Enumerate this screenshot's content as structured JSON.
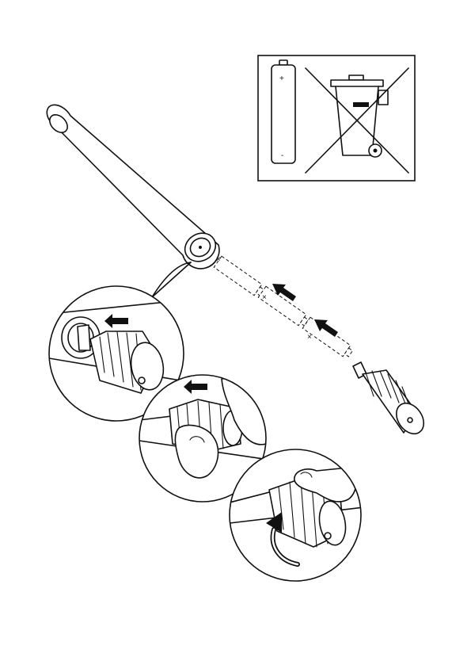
{
  "battery": {
    "plus_symbol": "+",
    "minus_symbol": "-"
  },
  "icons": [
    "battery-icon",
    "crossed-out-wheelie-bin-icon",
    "insert-arrow-icon",
    "rotate-arrow-icon"
  ],
  "colors": {
    "ink": "#111111",
    "paper": "#ffffff"
  },
  "steps": [
    "insert-batteries",
    "attach-end-cap",
    "push-cap-into-tube",
    "twist-cap-to-lock"
  ]
}
